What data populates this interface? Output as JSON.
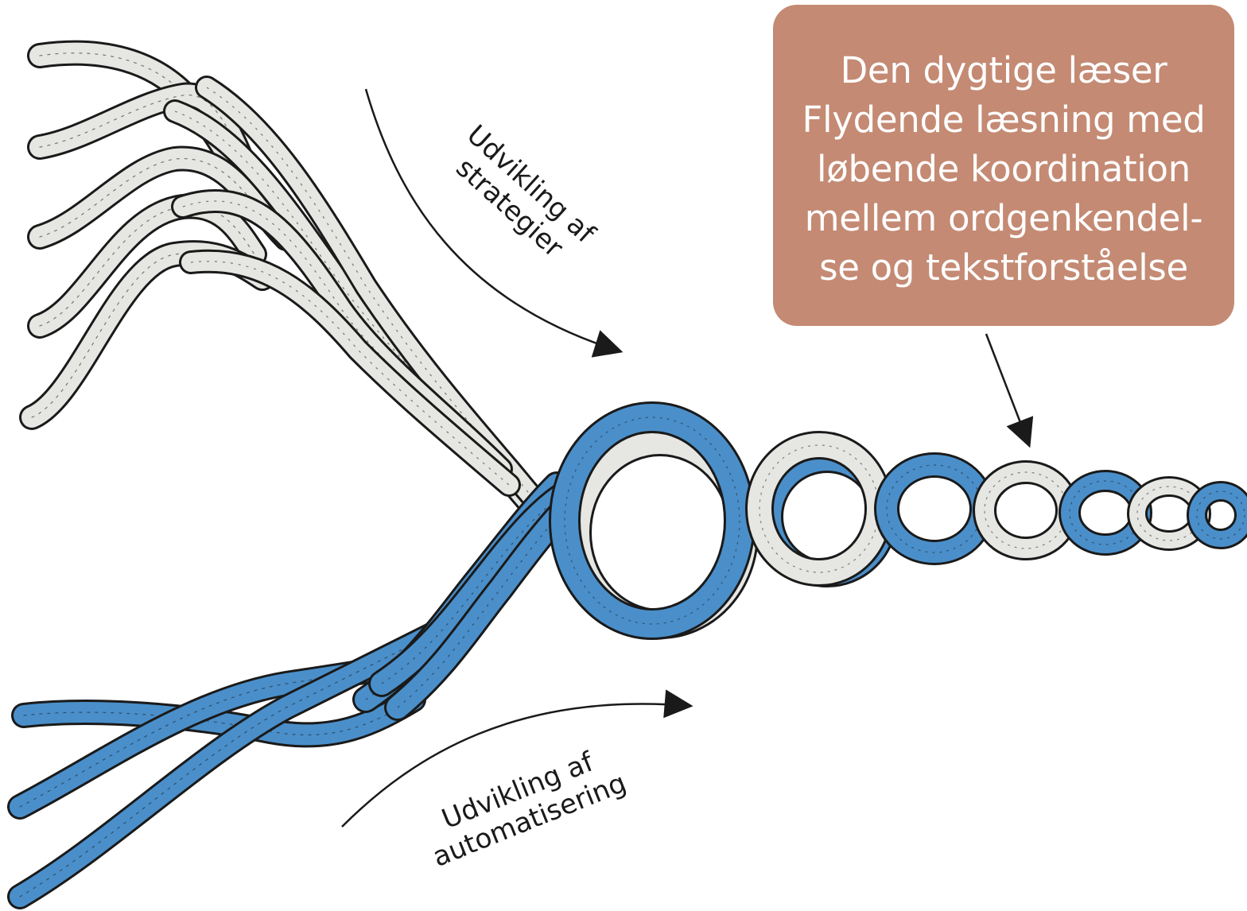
{
  "callout": {
    "lines": [
      "Den dygtige læser",
      "Flydende læsning med",
      "løbende koordination",
      "mellem ordgenkendel-",
      "se og tekstforståelse"
    ]
  },
  "labels": {
    "strategies": {
      "line1": "Udvikling af",
      "line2": "strategier"
    },
    "automation": {
      "line1": "Udvikling af",
      "line2": "automatisering"
    }
  },
  "colors": {
    "white_strands": "#e6e6e3",
    "blue_strands": "#4a8fca",
    "outline": "#1a1a1a",
    "callout_fill": "#c48a73",
    "callout_text": "#ffffff"
  }
}
